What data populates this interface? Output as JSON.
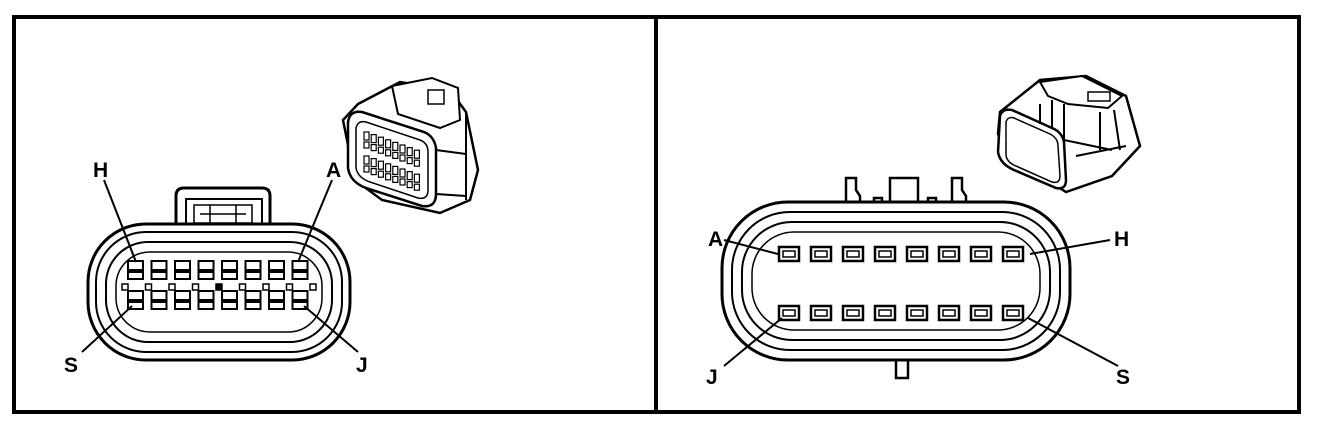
{
  "colors": {
    "ink": "#000000",
    "paper": "#ffffff"
  },
  "panels": [
    {
      "name": "female-connector-face",
      "labels": {
        "top_left": "H",
        "top_right": "A",
        "bottom_left": "S",
        "bottom_right": "J"
      }
    },
    {
      "name": "male-connector-face",
      "labels": {
        "top_left": "A",
        "top_right": "H",
        "bottom_left": "J",
        "bottom_right": "S"
      }
    }
  ]
}
